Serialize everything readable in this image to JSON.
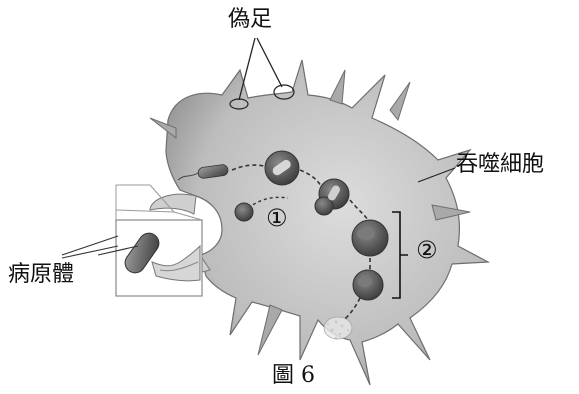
{
  "labels": {
    "pseudopod": "偽足",
    "phagocyte": "吞噬細胞",
    "pathogen": "病原體",
    "step1": "①",
    "step2": "②"
  },
  "caption": "圖 6"
}
